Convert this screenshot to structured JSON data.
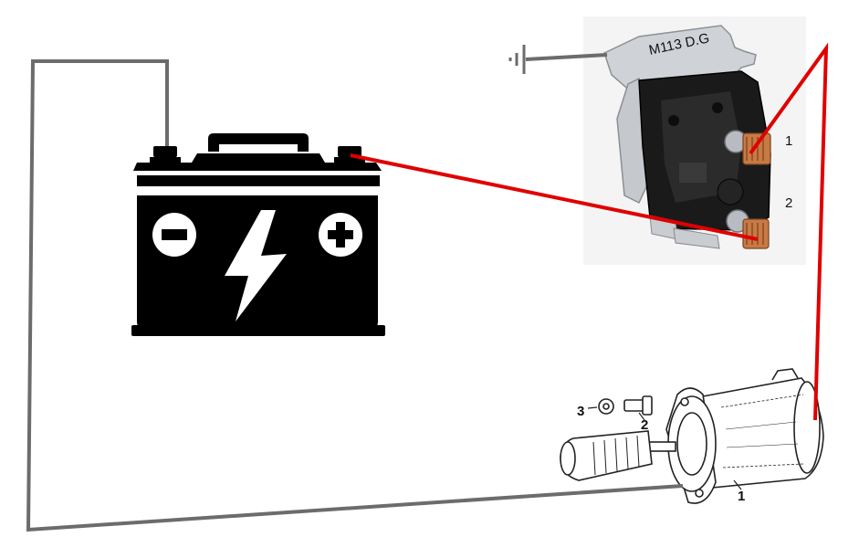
{
  "solenoid": {
    "stamp_text": "M113 D.G",
    "terminal_1_label": "1",
    "terminal_2_label": "2"
  },
  "starter": {
    "part_1_label": "1",
    "part_2_label": "2",
    "part_3_label": "3"
  },
  "colors": {
    "positive_wire": "#e00000",
    "ground_wire": "#6e6b6b",
    "battery": "#000000"
  },
  "icons": [
    "ground-symbol-icon",
    "minus-icon",
    "plus-icon",
    "lightning-bolt-icon"
  ]
}
